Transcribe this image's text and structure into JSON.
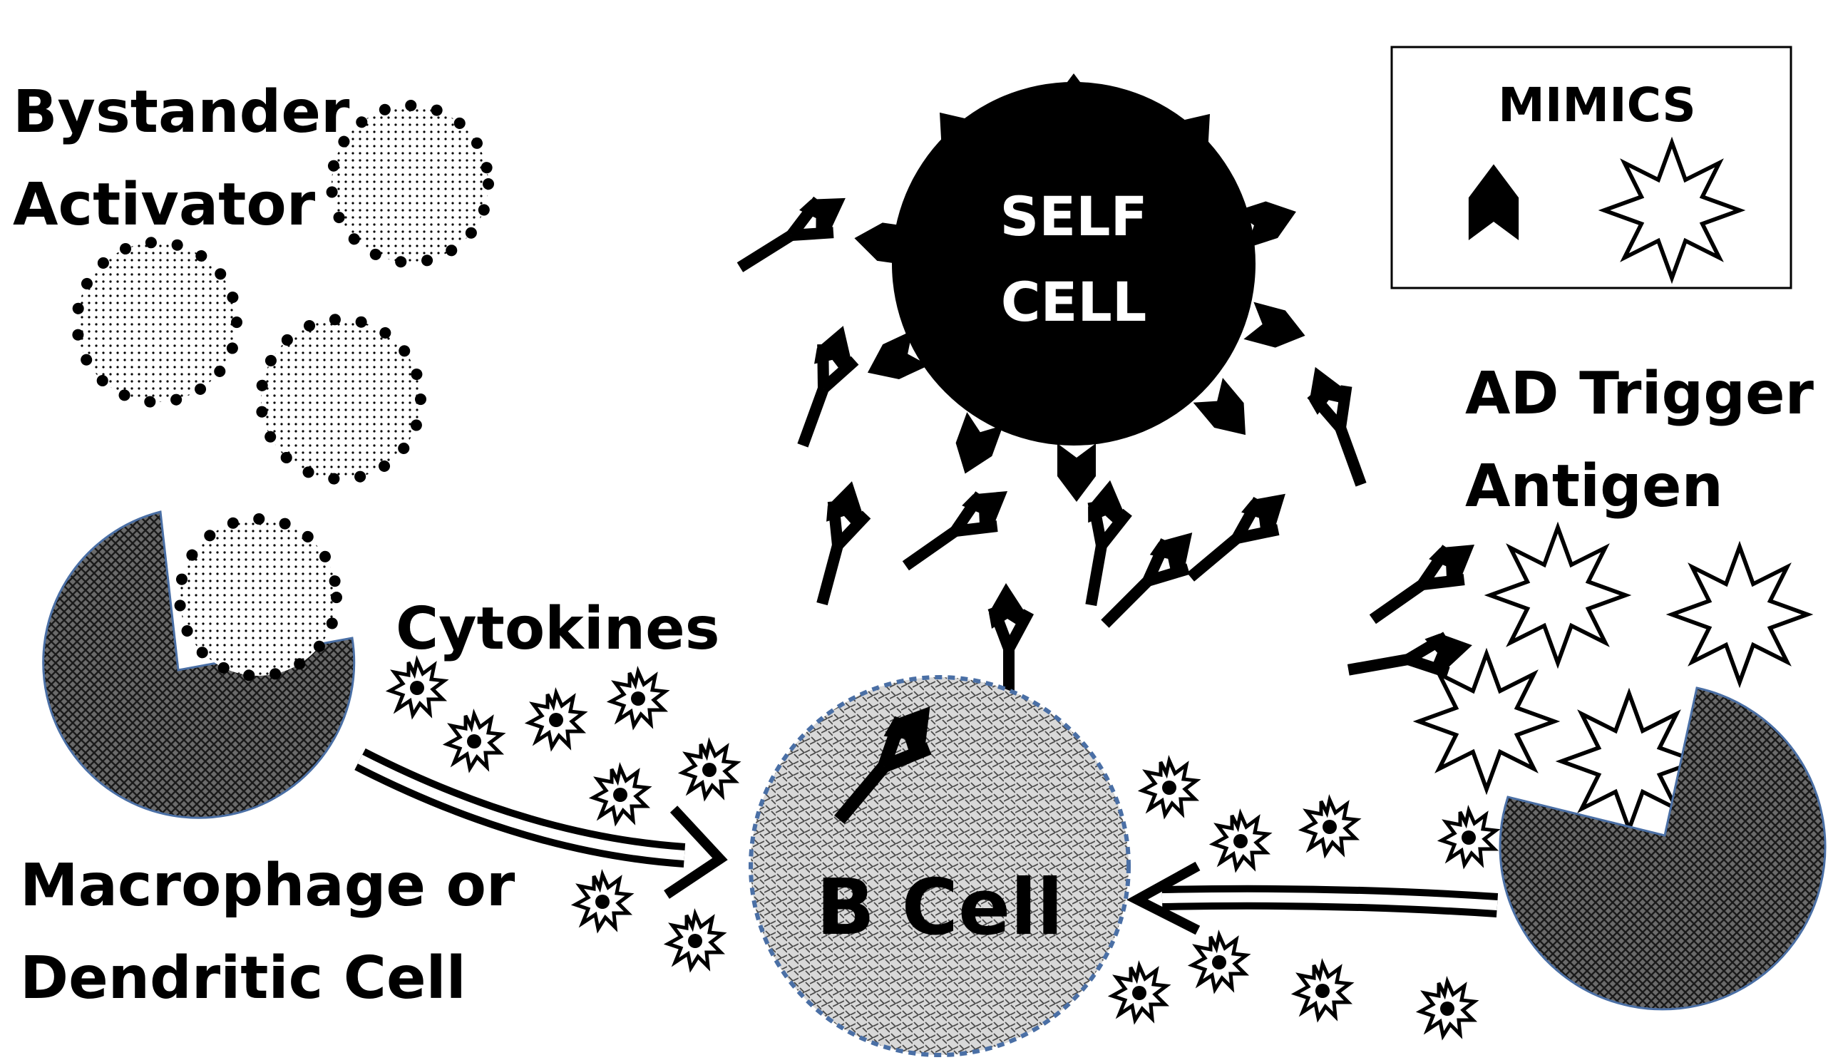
{
  "labels": {
    "bystander": "Bystander",
    "activator": "Activator",
    "cytokines": "Cytokines",
    "macrophage": "Macrophage or",
    "dendritic": "Dendritic Cell",
    "self": "SELF",
    "cell": "CELL",
    "ad_trigger": "AD Trigger",
    "antigen": "Antigen",
    "b_cell": "B Cell",
    "mimics": "MIMICS"
  },
  "colors": {
    "ink": "#000000",
    "paper": "#ffffff",
    "cell_outline": "#4a6fa5",
    "macrophage_fill": "#555555",
    "b_cell_fill": "#cfcfcf"
  },
  "icons": {
    "epitope": "chevron-epitope-icon",
    "antigen": "eight-point-star-icon",
    "cytokine": "spiky-burst-icon",
    "antibody": "y-antibody-icon"
  }
}
